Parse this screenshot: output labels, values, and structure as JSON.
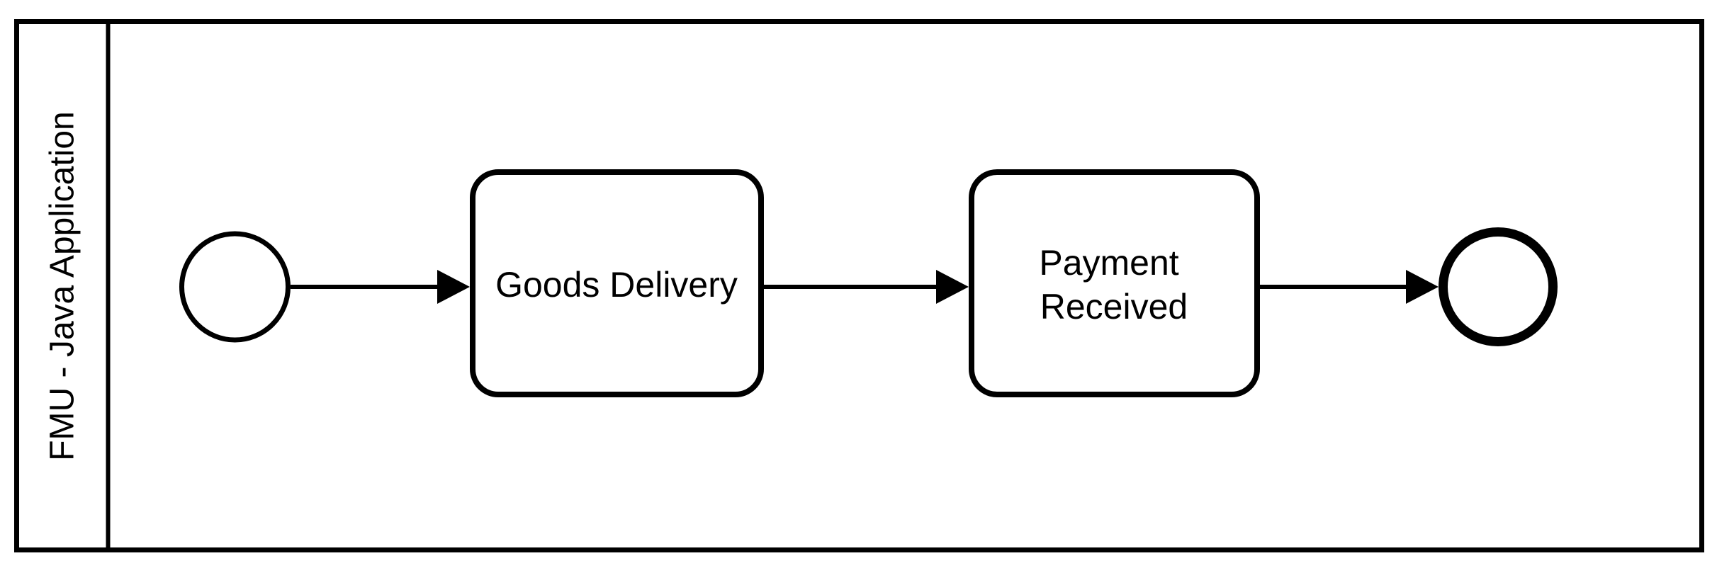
{
  "colors": {
    "stroke": "#000000",
    "background": "#ffffff",
    "text": "#000000"
  },
  "pool": {
    "lane_label": "FMU - Java Application"
  },
  "process": {
    "start_event": {
      "kind": "start-event"
    },
    "end_event": {
      "kind": "end-event"
    },
    "tasks": [
      {
        "label": "Goods Delivery",
        "lines": [
          "Goods Delivery"
        ]
      },
      {
        "label": "Payment Received",
        "lines": [
          "Payment",
          "Received"
        ]
      }
    ],
    "flows": [
      {
        "from": "start-event",
        "to": "Goods Delivery"
      },
      {
        "from": "Goods Delivery",
        "to": "Payment Received"
      },
      {
        "from": "Payment Received",
        "to": "end-event"
      }
    ]
  }
}
